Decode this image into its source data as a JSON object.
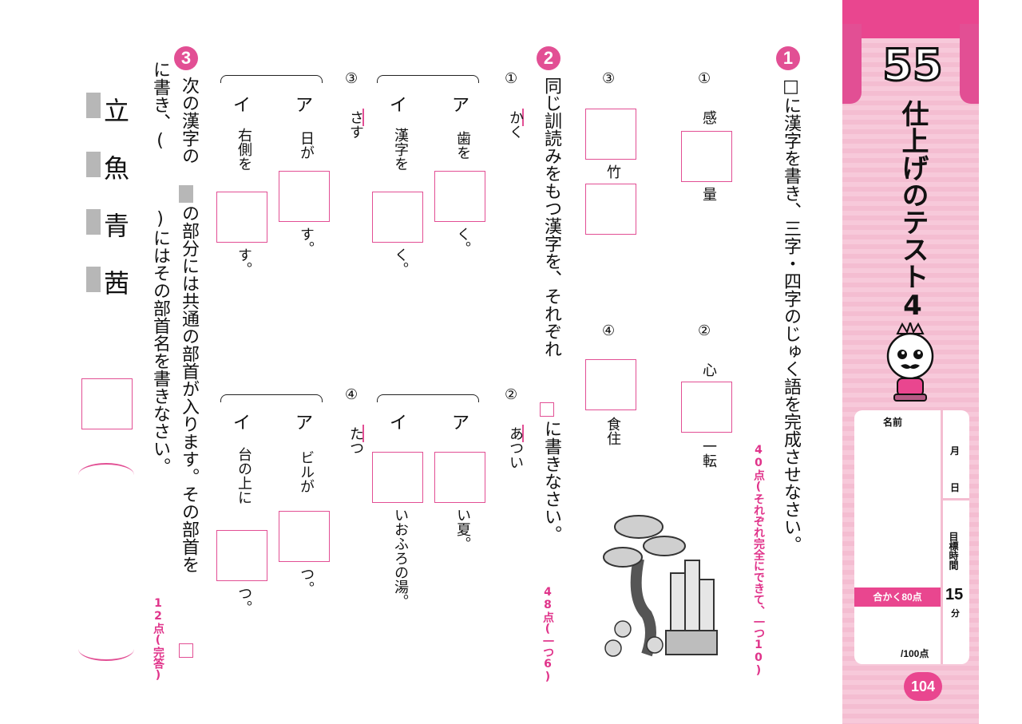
{
  "sidebar": {
    "lesson_number": "55",
    "title": "仕上げのテスト4",
    "name_label": "名前",
    "pass_label": "合かく80点",
    "score_max": "/100点",
    "month": "月",
    "day": "日",
    "target_label": "目標時間",
    "target_value": "15",
    "target_unit": "分",
    "page_number": "104",
    "colors": {
      "accent": "#e9468f",
      "band": "#f4bdd1"
    }
  },
  "q1": {
    "number": "1",
    "text": "□に漢字を書き、三字・四字のじゅく語を完成させなさい。",
    "points": "40点(それぞれ完全にできて、一つ10)",
    "items": [
      {
        "num": "①",
        "before": "感",
        "after": "量"
      },
      {
        "num": "②",
        "before": "心",
        "after": "一転"
      },
      {
        "num": "③",
        "middle": "竹"
      },
      {
        "num": "④",
        "after": "食住"
      }
    ]
  },
  "q2": {
    "number": "2",
    "text_a": "同じ訓読みをもつ漢字を、それぞれ",
    "text_b": "に書きなさい。",
    "points": "48点(一つ6)",
    "items": [
      {
        "num": "①",
        "reading": "かく",
        "a_label": "ア",
        "a_before": "歯を",
        "a_after": "く。",
        "i_label": "イ",
        "i_before": "漢字を",
        "i_after": "く。"
      },
      {
        "num": "②",
        "reading": "あつい",
        "a_label": "ア",
        "a_after": "い夏。",
        "i_label": "イ",
        "i_after": "いおふろの湯。"
      },
      {
        "num": "③",
        "reading": "さす",
        "a_label": "ア",
        "a_before": "日が",
        "a_after": "す。",
        "i_label": "イ",
        "i_before": "右側を",
        "i_after": "す。"
      },
      {
        "num": "④",
        "reading": "たつ",
        "a_label": "ア",
        "a_before": "ビルが",
        "a_after": "つ。",
        "i_label": "イ",
        "i_before": "台の上に",
        "i_after": "つ。"
      }
    ]
  },
  "q3": {
    "number": "3",
    "text_a": "次の漢字の",
    "text_b": "の部分には共通の部首が入ります。その部首を",
    "text_c": "に書き、(",
    "text_d": ")にはその部首名を書きなさい。",
    "points": "12点(完答)",
    "kanji": [
      "立",
      "魚",
      "青",
      "茜"
    ]
  }
}
